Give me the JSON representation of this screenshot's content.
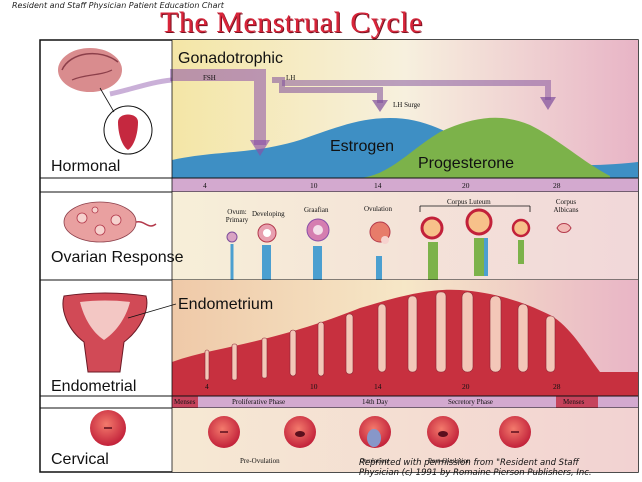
{
  "header": {
    "source_line": "Resident and Staff Physician Patient Education Chart",
    "title": "The Menstrual Cycle"
  },
  "sections": {
    "hormonal": "Hormonal",
    "ovarian": "Ovarian Response",
    "endometrial": "Endometrial",
    "cervical": "Cervical"
  },
  "hormonal": {
    "gonadotrophic": "Gonadotrophic",
    "fsh": "FSH",
    "lh": "LH",
    "lh_surge": "LH Surge",
    "estrogen": "Estrogen",
    "progesterone": "Progesterone"
  },
  "day_ticks": [
    "4",
    "10",
    "14",
    "20",
    "28"
  ],
  "ovarian": {
    "primary": "Ovum: Primary",
    "developing": "Developing",
    "graafian": "Graafian",
    "ovulation": "Ovulation",
    "corpus_luteum": "Corpus Luteum",
    "corpus_albicans": "Corpus Albicans"
  },
  "endometrial": {
    "endometrium": "Endometrium",
    "menses_left": "Menses",
    "proliferative": "Proliferative Phase",
    "day14": "14th Day",
    "secretory": "Secretory Phase",
    "menses_right": "Menses"
  },
  "cervical": {
    "pre_ovulation": "Pre-Ovulation",
    "ovulation": "Ovulation",
    "post_ovulation": "Post-Ovulation"
  },
  "credit": "Reprinted with permission from \"Resident and Staff\nPhysician (c) 1991 by Romaine Pierson Publishers, Inc.",
  "colors": {
    "title": "#d8253a",
    "estrogen": "#3e8fc4",
    "progesterone": "#7cb24a",
    "tick_band": "#d3a9cf",
    "menses_band": "#c6435c",
    "endometrium": "#c7303f",
    "panel_bg": "#f7eeda"
  }
}
